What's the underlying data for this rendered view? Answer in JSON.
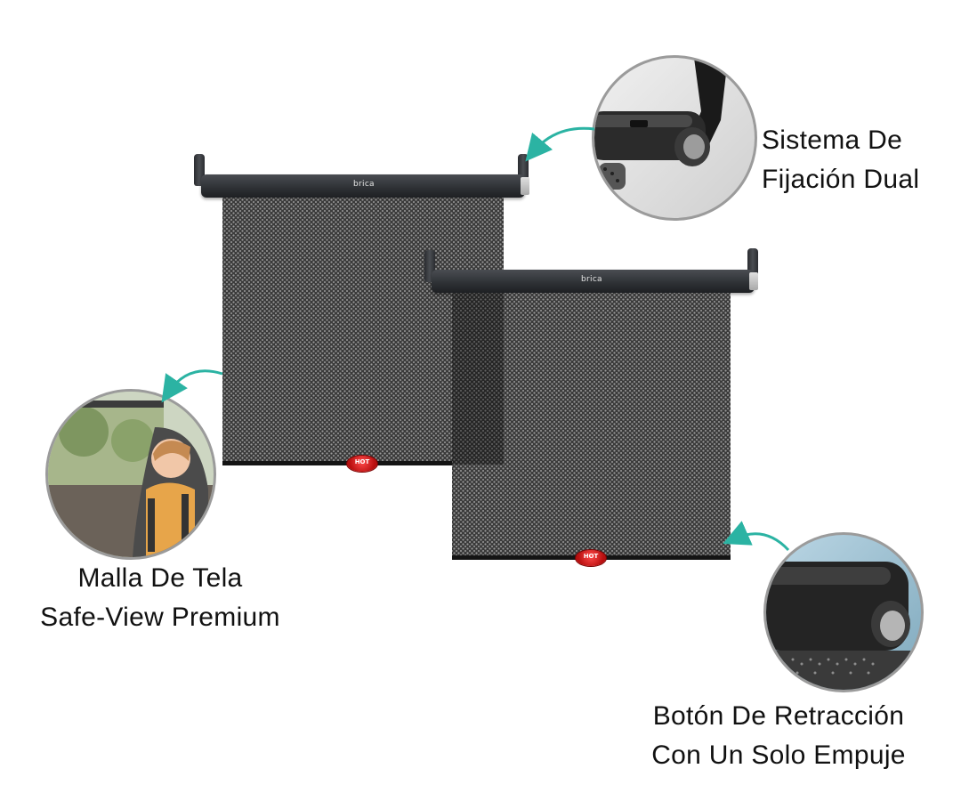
{
  "captions": {
    "dual_mount_line1": "Sistema De",
    "dual_mount_line2": "Fijación Dual",
    "mesh_line1": "Malla De Tela",
    "mesh_line2": "Safe-View Premium",
    "button_line1": "Botón De Retracción",
    "button_line2": "Con Un Solo Empuje"
  },
  "products": {
    "brand_left": "brica",
    "brand_right": "brica",
    "badge_left": "HOT",
    "badge_right": "HOT"
  },
  "colors": {
    "arrow": "#2bb3a3",
    "circle_border": "#9b9b9b",
    "mesh": "#3a3a3a",
    "bar": "#2d3034"
  }
}
